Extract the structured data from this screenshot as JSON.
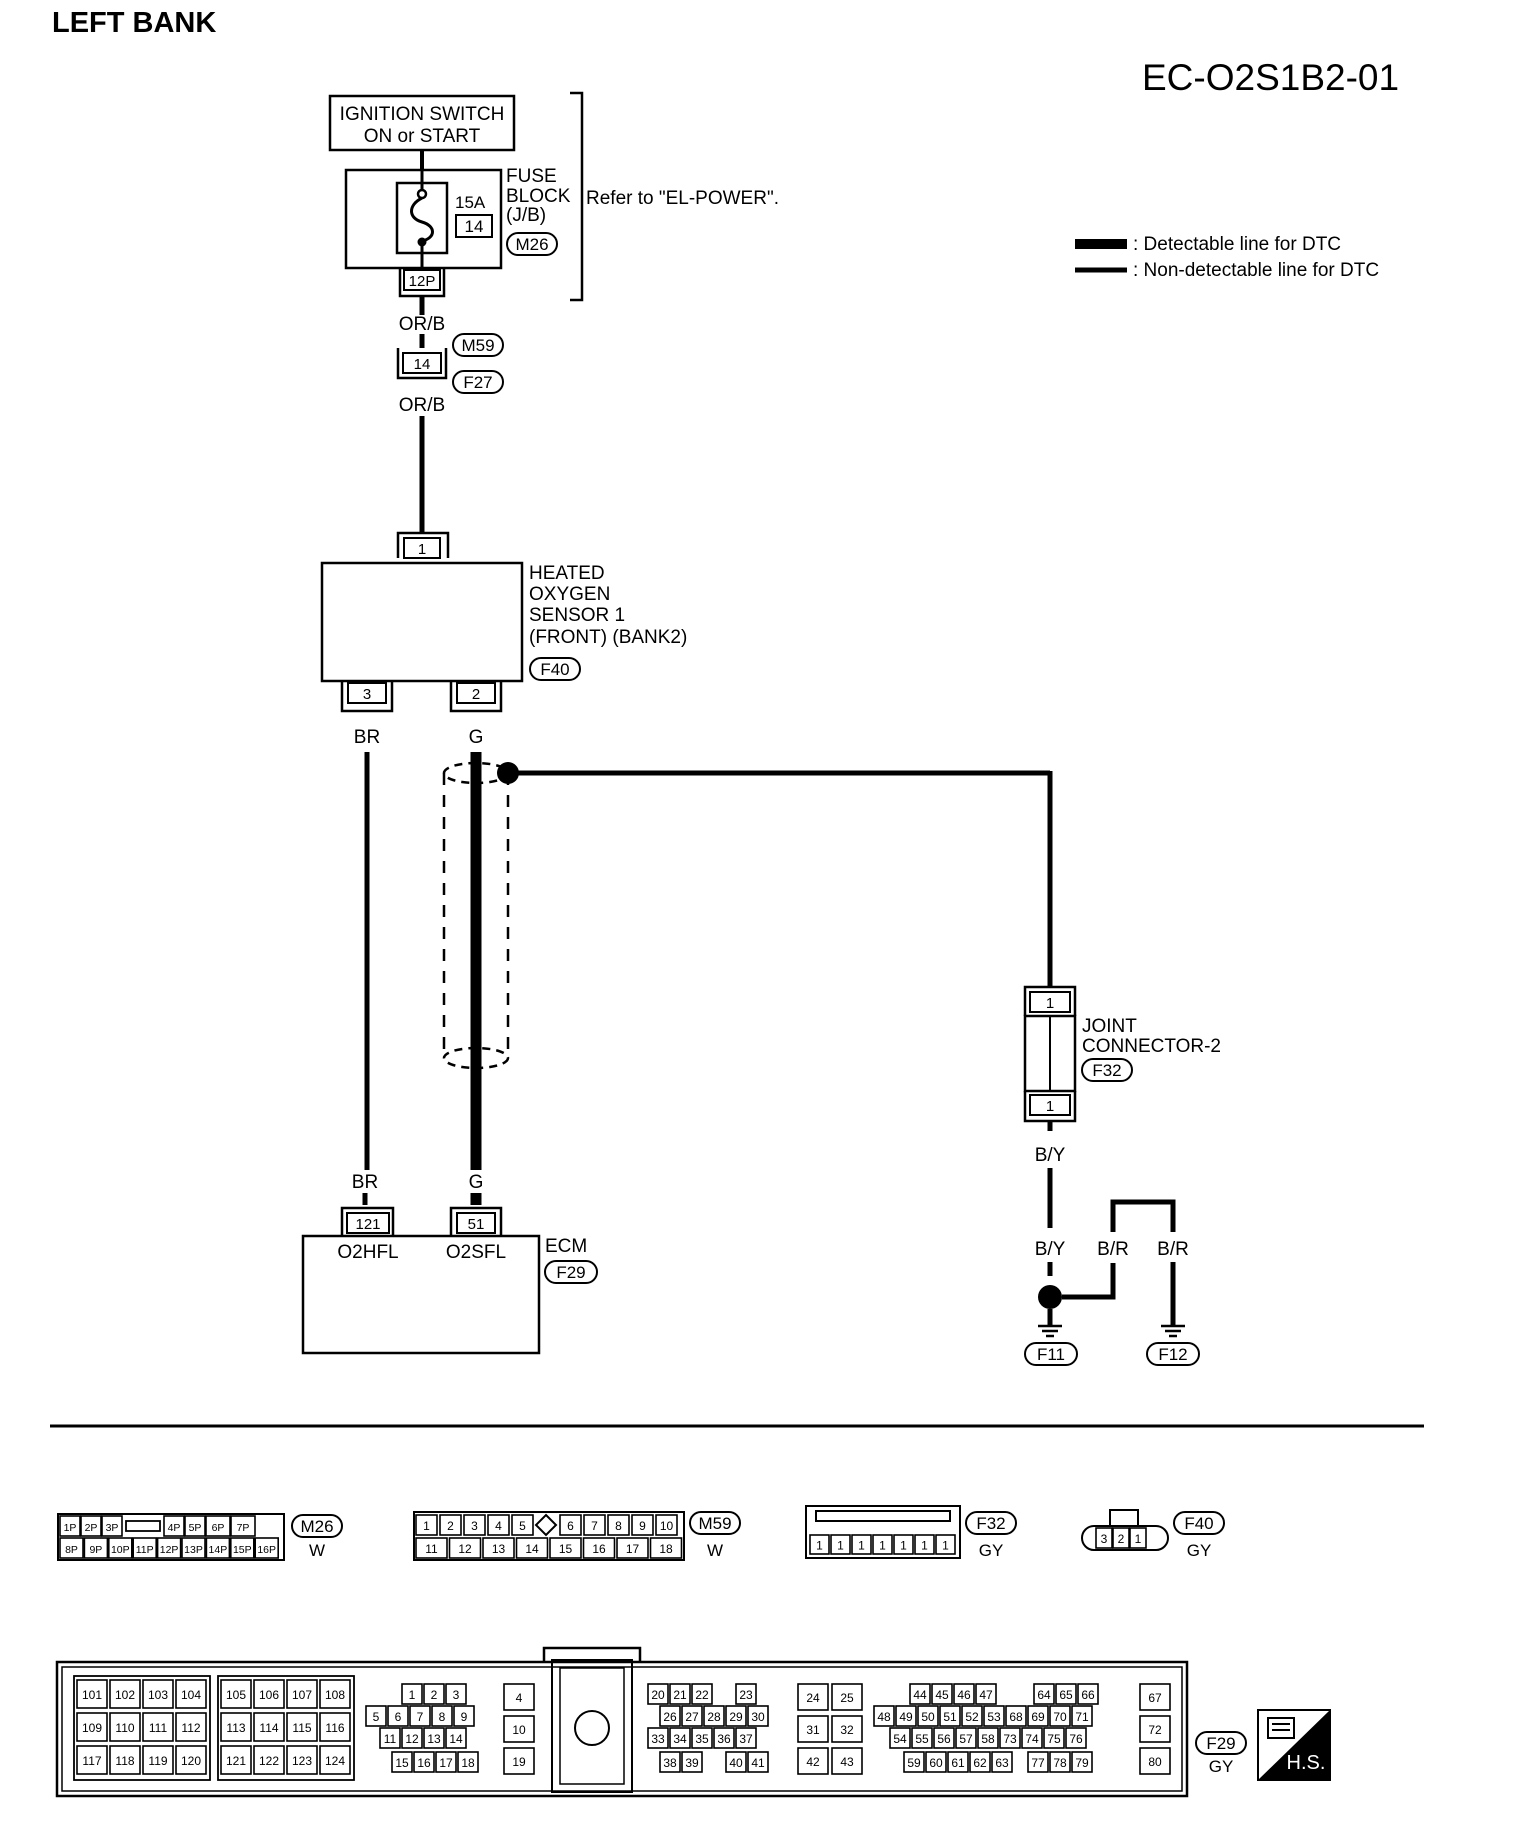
{
  "title": "LEFT BANK",
  "diagram_code": "EC-O2S1B2-01",
  "legend": {
    "detectable": ": Detectable line for DTC",
    "non_detectable": ": Non-detectable line for DTC"
  },
  "ignition": {
    "line1": "IGNITION SWITCH",
    "line2": "ON or START"
  },
  "fuse_block": {
    "rating": "15A",
    "number": "14",
    "name1": "FUSE",
    "name2": "BLOCK",
    "name3": "(J/B)",
    "connector": "M26",
    "pin": "12P",
    "ref": "Refer to \"EL-POWER\"."
  },
  "wire_orb_top": "OR/B",
  "wire_orb_bottom": "OR/B",
  "joint_m59_f27": {
    "pin": "14",
    "upper": "M59",
    "lower": "F27"
  },
  "sensor": {
    "line1": "HEATED",
    "line2": "OXYGEN",
    "line3": "SENSOR 1",
    "line4": "(FRONT) (BANK2)",
    "connector": "F40",
    "pin_in": "1",
    "pin_br": "3",
    "pin_g": "2"
  },
  "wires": {
    "br_top": "BR",
    "g_top": "G",
    "br_bottom": "BR",
    "g_bottom": "G"
  },
  "ecm": {
    "name": "ECM",
    "connector": "F29",
    "pin_br": "121",
    "pin_g": "51",
    "term_br": "O2HFL",
    "term_g": "O2SFL"
  },
  "joint_connector": {
    "line1": "JOINT",
    "line2": "CONNECTOR-2",
    "connector": "F32",
    "pin_top": "1",
    "pin_bottom": "1"
  },
  "ground": {
    "wire_by_1": "B/Y",
    "wire_by_2": "B/Y",
    "wire_br_1": "B/R",
    "wire_br_2": "B/R",
    "f11": "F11",
    "f12": "F12"
  },
  "connectors": {
    "m26": {
      "label": "M26",
      "color": "W",
      "row1": [
        "1P",
        "2P",
        "3P",
        "",
        "4P",
        "5P",
        "6P",
        "7P"
      ],
      "row2": [
        "8P",
        "9P",
        "10P",
        "11P",
        "12P",
        "13P",
        "14P",
        "15P",
        "16P"
      ]
    },
    "m59": {
      "label": "M59",
      "color": "W",
      "row1": [
        "1",
        "2",
        "3",
        "4",
        "5",
        "",
        "6",
        "7",
        "8",
        "9",
        "10"
      ],
      "row2": [
        "11",
        "12",
        "13",
        "14",
        "15",
        "16",
        "17",
        "18"
      ]
    },
    "f32": {
      "label": "F32",
      "color": "GY",
      "pins": [
        "1",
        "1",
        "1",
        "1",
        "1",
        "1",
        "1"
      ]
    },
    "f40": {
      "label": "F40",
      "color": "GY",
      "pins": [
        "3",
        "2",
        "1"
      ]
    },
    "f29": {
      "label": "F29",
      "color": "GY",
      "block_a": [
        [
          "101",
          "102",
          "103",
          "104"
        ],
        [
          "109",
          "110",
          "111",
          "112"
        ],
        [
          "117",
          "118",
          "119",
          "120"
        ]
      ],
      "block_b": [
        [
          "105",
          "106",
          "107",
          "108"
        ],
        [
          "113",
          "114",
          "115",
          "116"
        ],
        [
          "121",
          "122",
          "123",
          "124"
        ]
      ],
      "block_c": [
        [
          "1",
          "2",
          "3"
        ],
        [
          "5",
          "6",
          "7",
          "8",
          "9"
        ],
        [
          "11",
          "12",
          "13",
          "14"
        ],
        [
          "15",
          "16",
          "17",
          "18"
        ]
      ],
      "block_d": [
        "4",
        "10",
        "19"
      ],
      "block_e": [
        [
          "20",
          "21",
          "22",
          "23"
        ],
        [
          "26",
          "27",
          "28",
          "29",
          "30"
        ],
        [
          "33",
          "34",
          "35",
          "36",
          "37"
        ],
        [
          "38",
          "39",
          "40",
          "41"
        ]
      ],
      "block_f": [
        [
          "24",
          "25"
        ],
        [
          "31",
          "32"
        ],
        [
          "42",
          "43"
        ]
      ],
      "block_g": [
        [
          "44",
          "45",
          "46",
          "47",
          "64",
          "65",
          "66"
        ],
        [
          "48",
          "49",
          "50",
          "51",
          "52",
          "53",
          "68",
          "69",
          "70",
          "71"
        ],
        [
          "54",
          "55",
          "56",
          "57",
          "58",
          "73",
          "74",
          "75",
          "76"
        ],
        [
          "59",
          "60",
          "61",
          "62",
          "63",
          "77",
          "78",
          "79"
        ]
      ],
      "block_h": [
        "67",
        "72",
        "80"
      ]
    },
    "hs": "H.S."
  }
}
